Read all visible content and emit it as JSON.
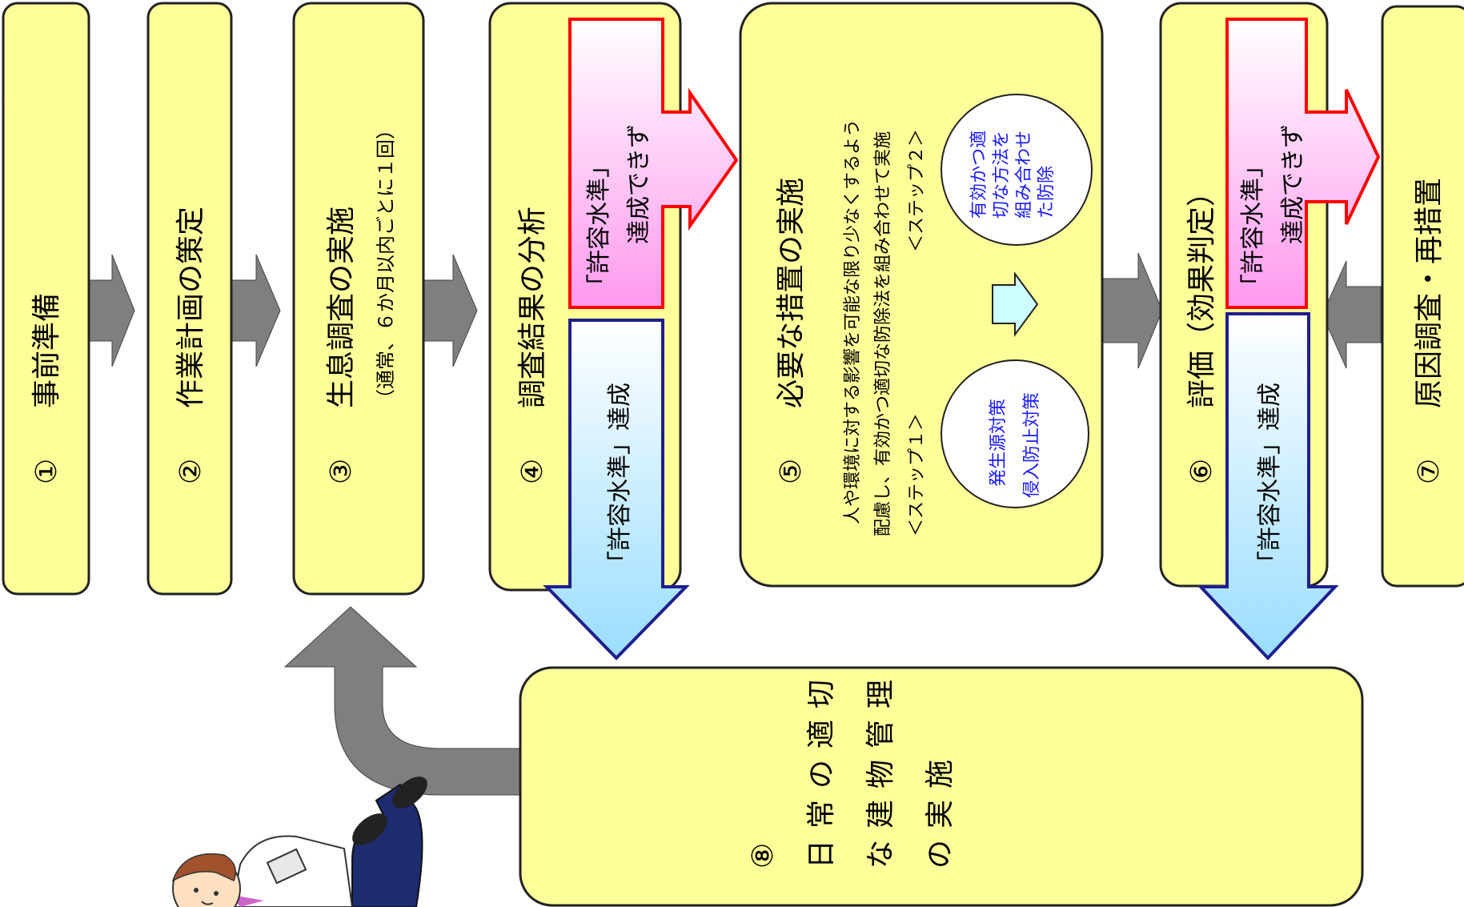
{
  "steps": {
    "s1": {
      "num": "①",
      "title": "事前準備"
    },
    "s2": {
      "num": "②",
      "title": "作業計画の策定"
    },
    "s3": {
      "num": "③",
      "title": "生息調査の実施",
      "note": "（通常、６か月以内ごとに１回）"
    },
    "s4": {
      "num": "④",
      "title": "調査結果の分析",
      "achieved": "「許容水準」達成",
      "not_achieved_1": "「許容水準」",
      "not_achieved_2": "達成できず"
    },
    "s5": {
      "num": "⑤",
      "title": "必要な措置の実施",
      "desc_1": "人や環境に対する影響を可能な限り少なくするよう",
      "desc_2": "配慮し、有効かつ適切な防除法を組み合わせて実施",
      "step1_label": "＜ステップ１＞",
      "step1_line1": "発生源対策",
      "step1_line2": "侵入防止対策",
      "step2_label": "＜ステップ２＞",
      "step2_line1": "有効かつ適",
      "step2_line2": "切な方法を",
      "step2_line3": "組み合わせ",
      "step2_line4": "た防除"
    },
    "s6": {
      "num": "⑥",
      "title": "評価（効果判定）",
      "achieved": "「許容水準」達成",
      "not_achieved_1": "「許容水準」",
      "not_achieved_2": "達成できず"
    },
    "s7": {
      "num": "⑦",
      "title": "原因調査・再措置"
    },
    "s8": {
      "num": "⑧",
      "line1": "日常の適切",
      "line2": "な建物管理",
      "line3": "の実施"
    }
  },
  "colors": {
    "box_fill": "#ffff99",
    "arrow_gray": "#7f7f7f",
    "red_border": "#ff0000",
    "blue_border": "#1f1f8f",
    "circle_text": "#1a1aff"
  }
}
